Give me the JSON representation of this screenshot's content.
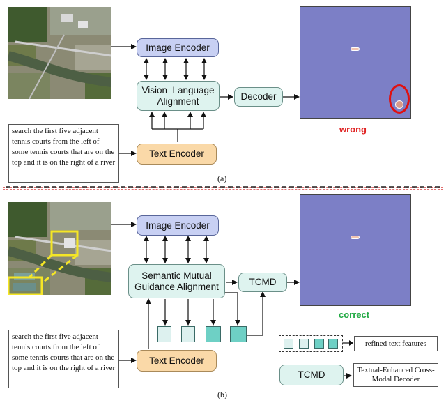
{
  "panel_a": {
    "image_encoder": "Image Encoder",
    "alignment": "Vision–Language Alignment",
    "decoder": "Decoder",
    "text_encoder": "Text Encoder",
    "query": "search the first five adjacent tennis courts from the left of some tennis courts that are on the top and it is on the right of a river",
    "result": "wrong",
    "label": "(a)"
  },
  "panel_b": {
    "image_encoder": "Image Encoder",
    "alignment": "Semantic Mutual Guidance Alignment",
    "tcmd": "TCMD",
    "text_encoder": "Text Encoder",
    "query": "search the first five adjacent tennis courts from the left of some tennis courts that are on the top and it is on the right of a river",
    "result": "correct",
    "label": "(b)"
  },
  "legend": {
    "refined_text_features": "refined text features",
    "tcmd": "TCMD",
    "tcmd_desc": "Textual-Enhanced Cross-Modal Decoder"
  },
  "colors": {
    "border_dashed": "#e07070",
    "image_encoder_fill": "#c8d0f3",
    "alignment_fill": "#def3ef",
    "text_encoder_fill": "#fad9a8",
    "mask_background": "#7c7fc6",
    "wrong": "#e02020",
    "correct": "#22aa44"
  }
}
